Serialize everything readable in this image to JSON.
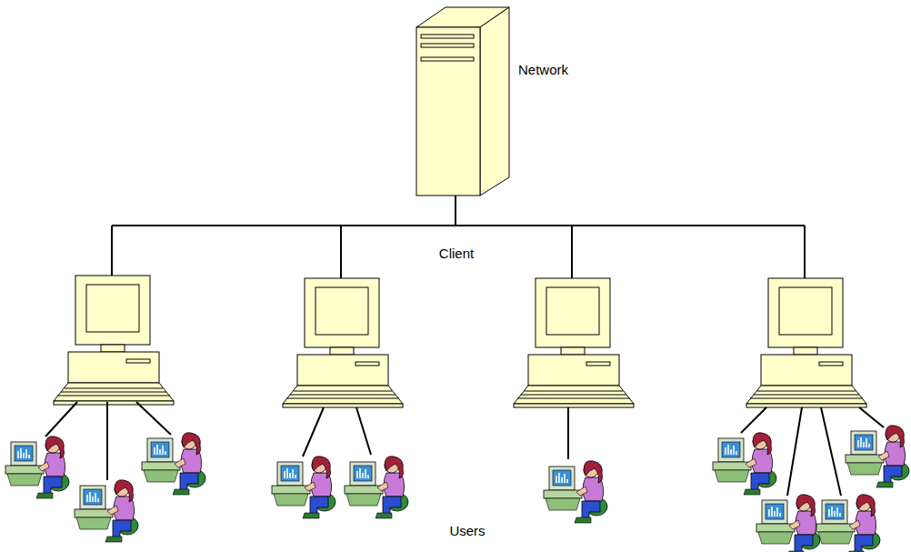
{
  "diagram": {
    "labels": [
      "Network",
      "Client",
      "Users"
    ]
  }
}
